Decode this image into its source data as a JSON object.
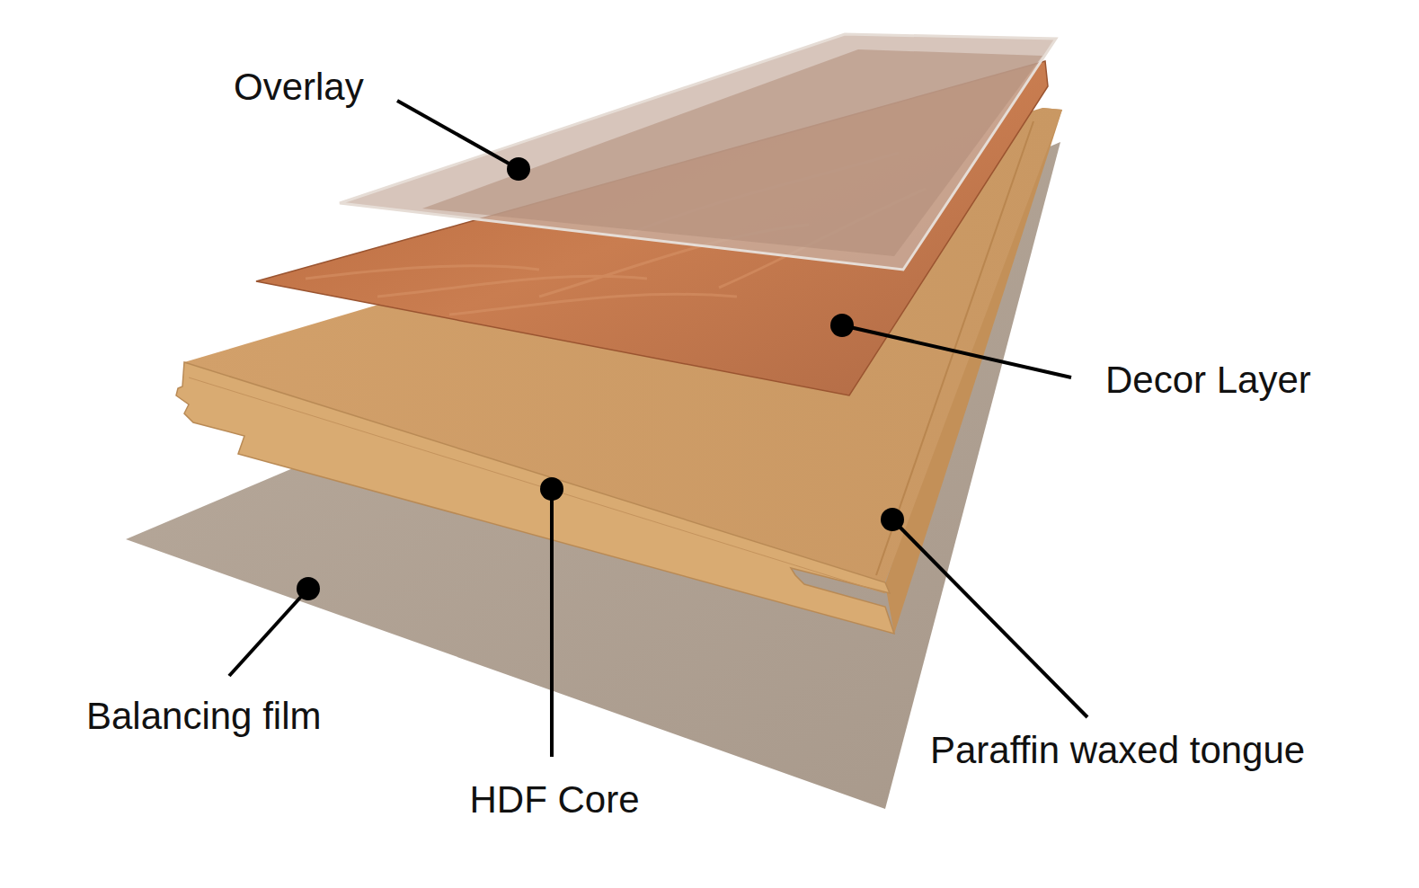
{
  "diagram": {
    "labels": [
      "Overlay",
      "Decor Layer",
      "HDF Core",
      "Balancing film",
      "Paraffin waxed tongue"
    ]
  }
}
